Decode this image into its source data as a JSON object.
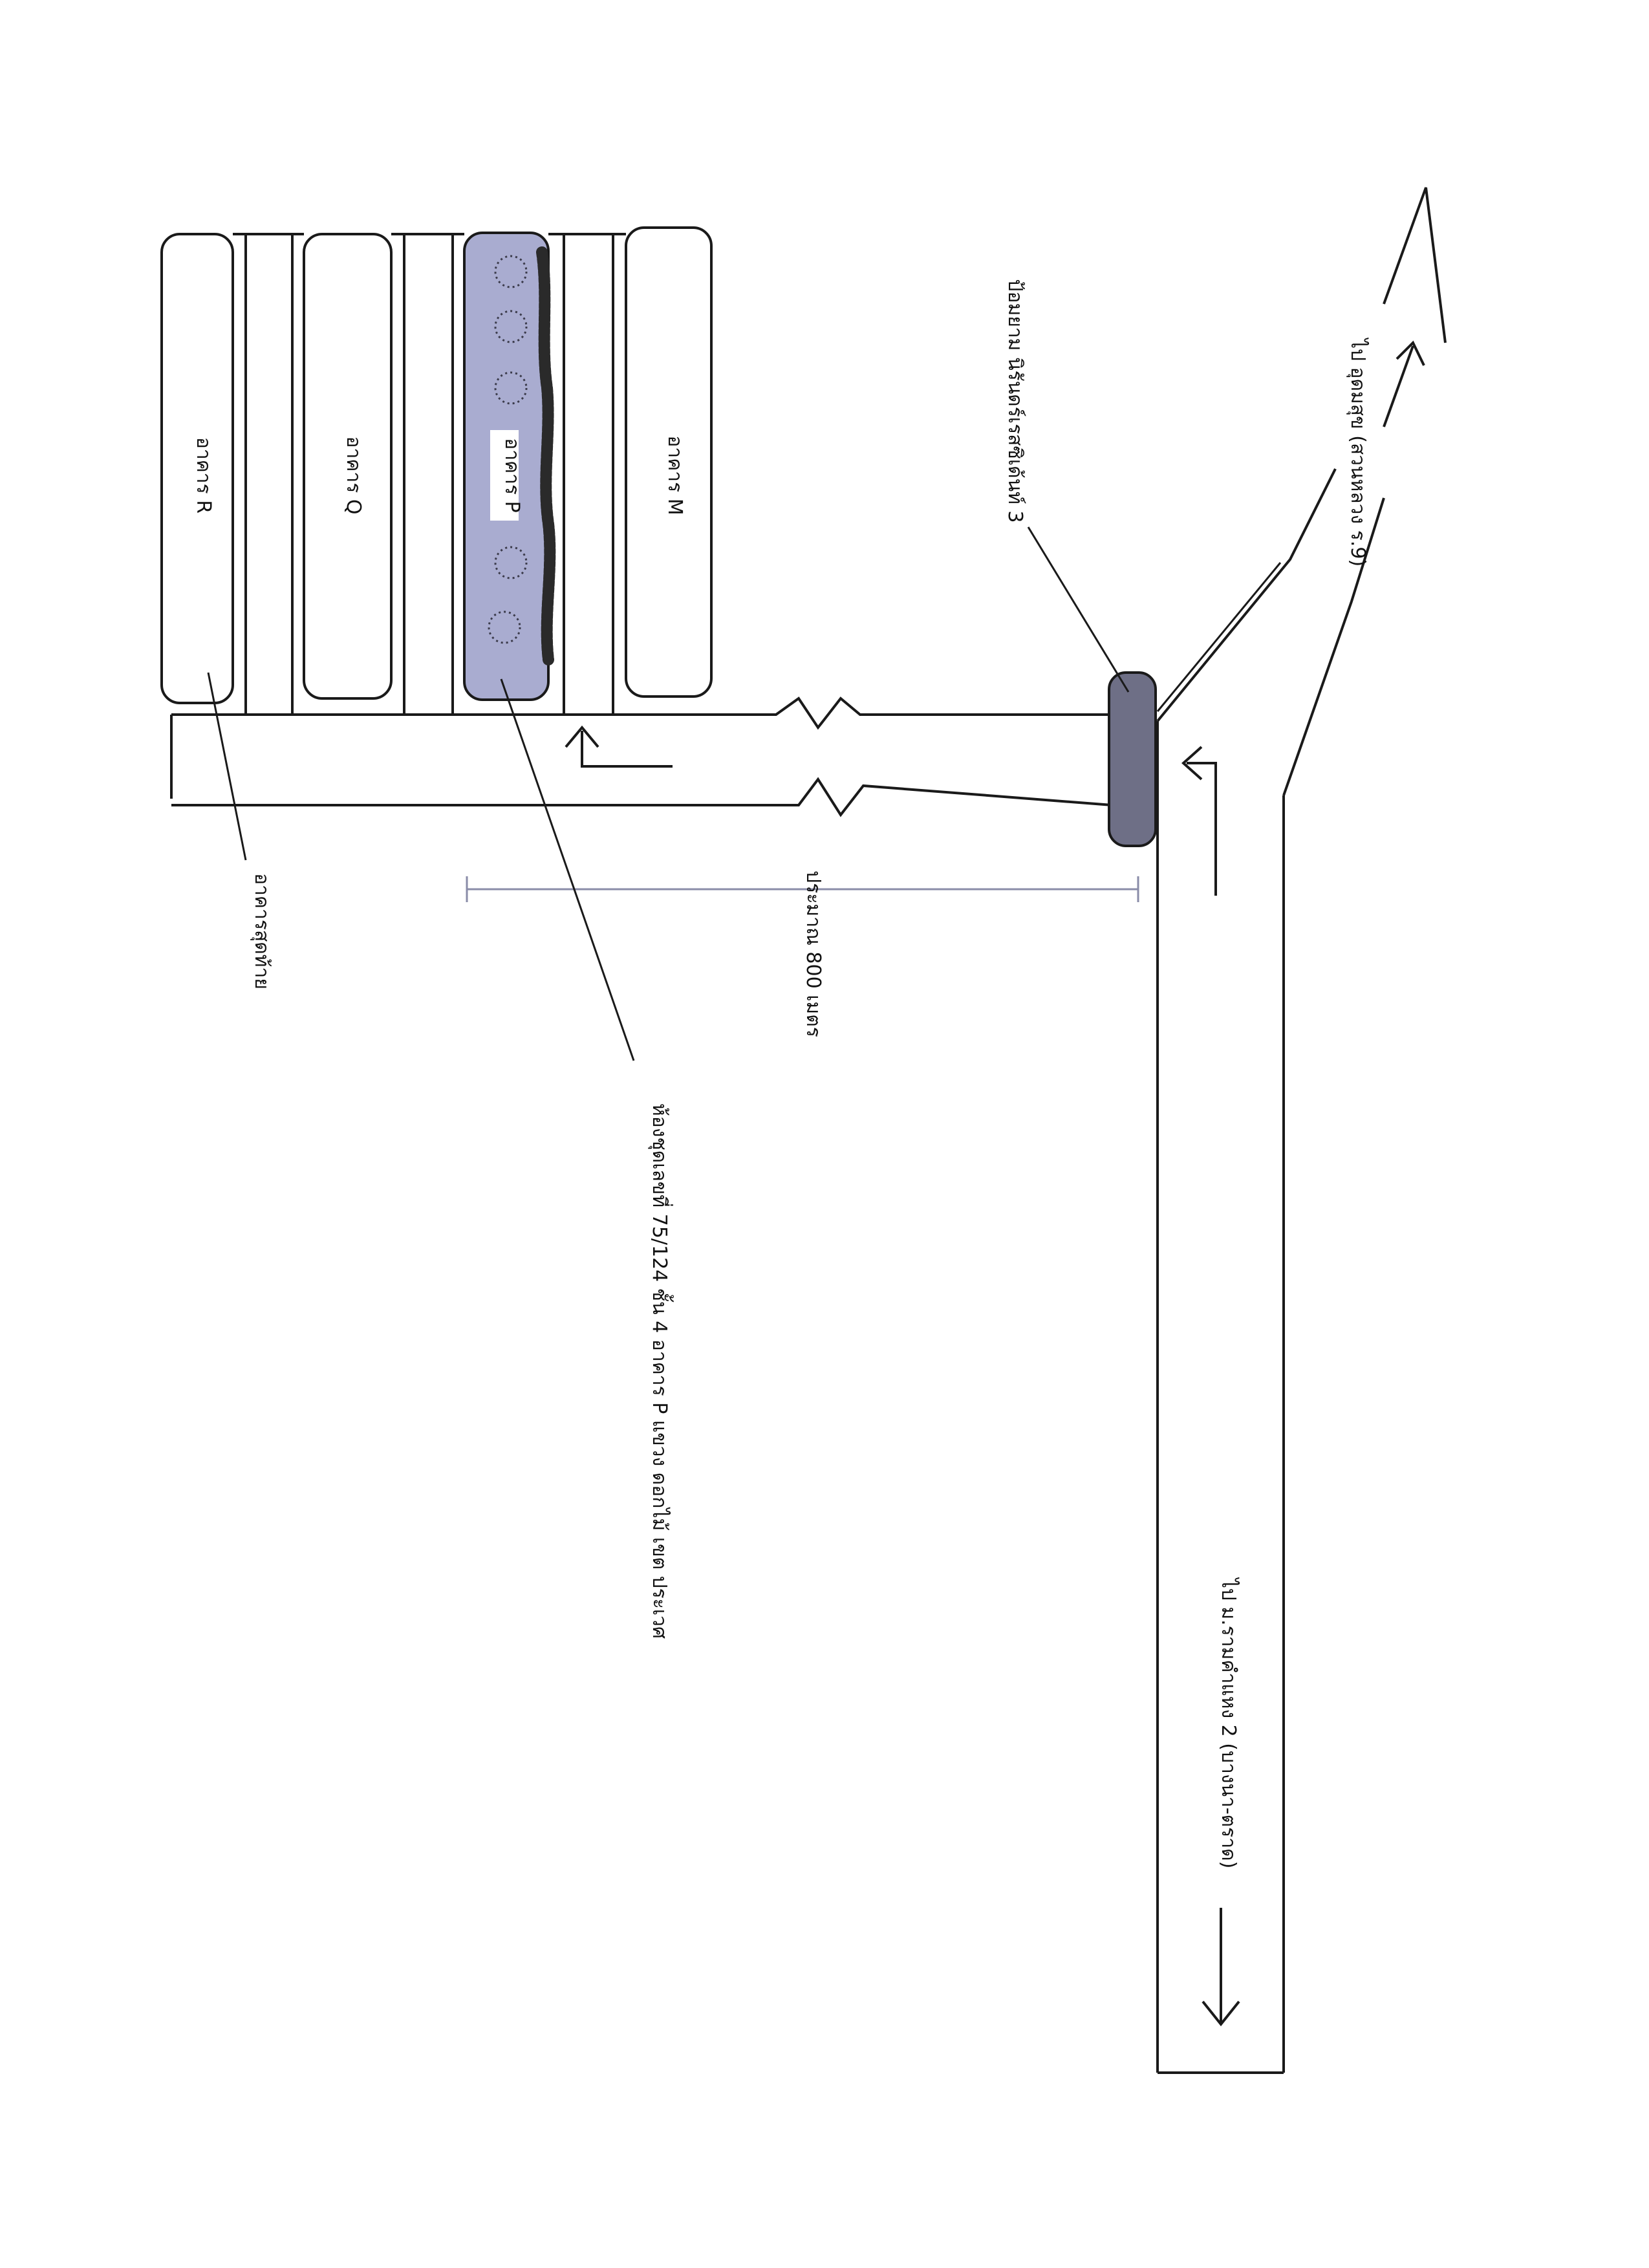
{
  "map": {
    "buildings": [
      {
        "id": "R",
        "label": "อาคาร R"
      },
      {
        "id": "Q",
        "label": "อาคาร Q"
      },
      {
        "id": "P",
        "label": "อาคาร P",
        "highlight_color": "#a9acd0"
      },
      {
        "id": "M",
        "label": "อาคาร M"
      }
    ],
    "labels": {
      "last_building": "อาคารสุดท้าย",
      "unit_address": "ห้องชุดเลขที่ 75/124 ชั้น 4 อาคาร P แขวง ดอกไม้ เขต ประเวศ",
      "distance": "ประมาณ 800 เมตร",
      "guard_post": "ป้อมยาม นิรันดร์เรสซิเด้นท์ 3",
      "to_udomsuk": "ไป อุดมสุข (สวนหลวง ร.9)",
      "to_ramkhamhaeng2": "ไป ม.รามคำแหง 2 (บางนา-ตราด)"
    },
    "colors": {
      "line": "#1a1a1a",
      "highlight": "#a9acd0",
      "guard_post": "#6e6f86",
      "scale_bar": "#8a8ca8"
    }
  }
}
